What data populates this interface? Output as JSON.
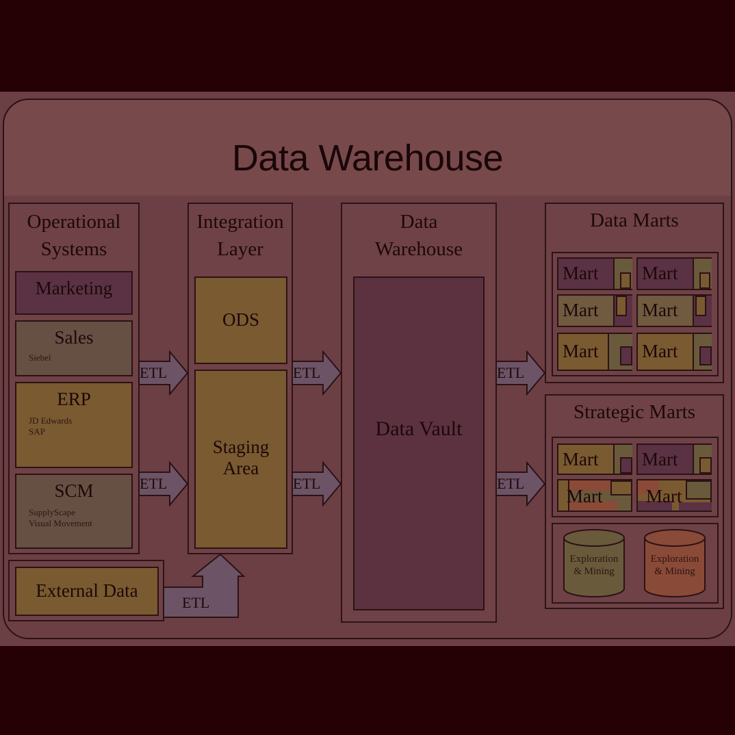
{
  "title": "Data Warehouse",
  "operational": {
    "heading_line1": "Operational",
    "heading_line2": "Systems",
    "marketing": "Marketing",
    "sales": "Sales",
    "sales_sub": "Siebel",
    "erp": "ERP",
    "erp_sub1": "JD Edwards",
    "erp_sub2": "SAP",
    "scm": "SCM",
    "scm_sub1": "SupplyScape",
    "scm_sub2": "Visual Movement"
  },
  "external": "External Data",
  "integration": {
    "heading_line1": "Integration",
    "heading_line2": "Layer",
    "ods": "ODS",
    "staging_line1": "Staging",
    "staging_line2": "Area"
  },
  "warehouse": {
    "heading_line1": "Data",
    "heading_line2": "Warehouse",
    "vault": "Data Vault"
  },
  "data_marts": {
    "heading": "Data Marts",
    "mart": "Mart"
  },
  "strategic_marts": {
    "heading": "Strategic Marts",
    "mart": "Mart",
    "exploration_line1": "Exploration",
    "exploration_line2": "& Mining"
  },
  "etl": "ETL",
  "colors": {
    "purple": "#5a3244",
    "olive": "#705a40",
    "gold": "#7a5a30",
    "orange_cylinder": "#8a4a38"
  }
}
